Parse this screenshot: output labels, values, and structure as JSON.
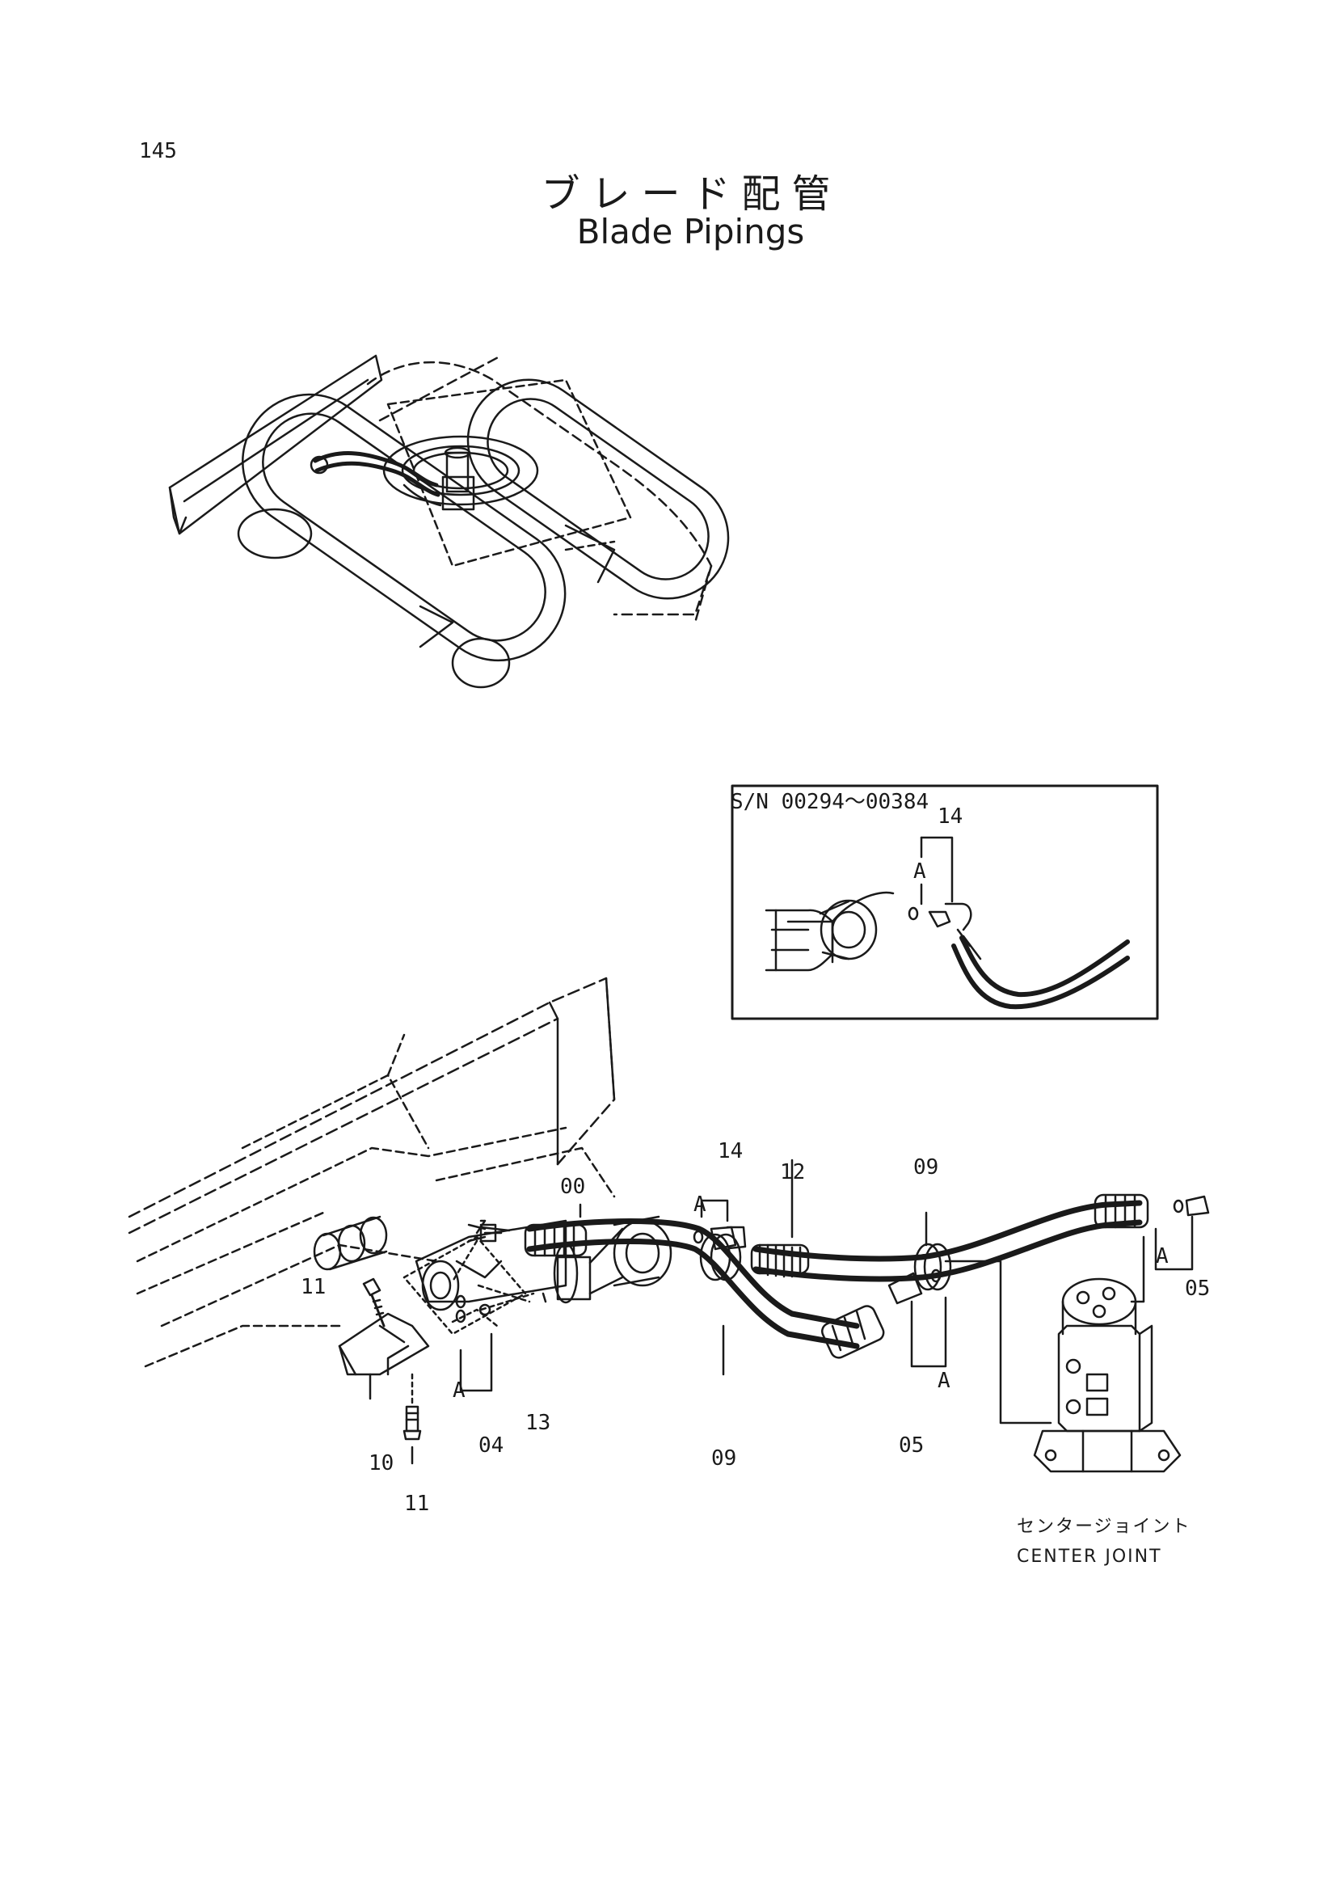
{
  "header": {
    "page_number": "145",
    "title_jp": "ブレード配管",
    "title_en": "Blade Pipings"
  },
  "inset": {
    "serial_range": "S/N 00294～00384",
    "callout_14": "14",
    "callout_A": "A"
  },
  "callouts": {
    "c00": "00",
    "c14": "14",
    "c12": "12",
    "c09_top": "09",
    "A_left_top": "A",
    "A_right_top": "A",
    "c05_right": "05",
    "c11_top": "11",
    "c11_bottom": "11",
    "c10": "10",
    "A_left_bottom": "A",
    "c04": "04",
    "c13": "13",
    "c09_bottom": "09",
    "A_mid": "A",
    "c05_mid": "05"
  },
  "center_joint": {
    "label_jp": "センタージョイント",
    "label_en": "CENTER  JOINT"
  },
  "colors": {
    "ink": "#1a1a1a",
    "paper": "#ffffff"
  }
}
